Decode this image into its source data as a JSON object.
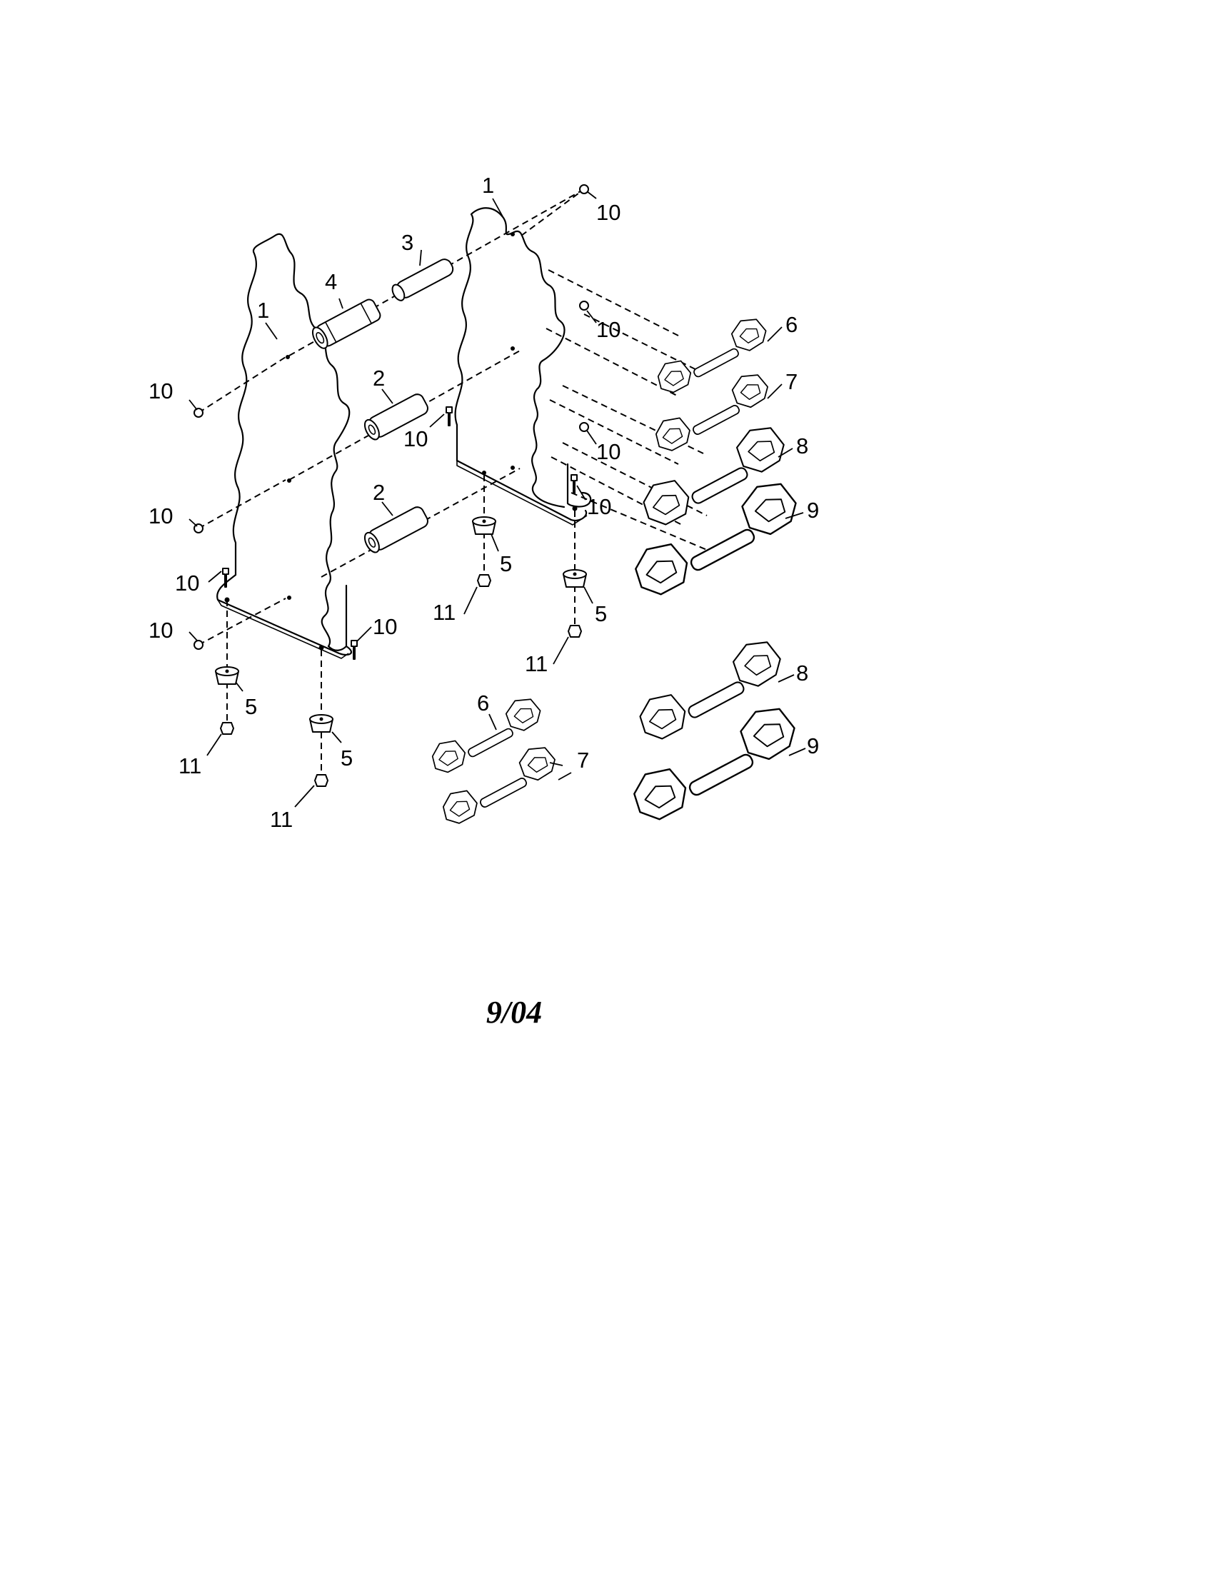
{
  "callouts": {
    "left_upright": "1",
    "right_upright": "1",
    "tube_upper_front": "2",
    "tube_lower_front": "2",
    "tube_rear": "3",
    "tube_knurled": "4",
    "foot_left_a": "5",
    "foot_left_b": "5",
    "foot_right_a": "5",
    "foot_right_b": "5",
    "dumbbell_rack_6": "6",
    "dumbbell_rack_7": "7",
    "dumbbell_rack_8": "8",
    "dumbbell_rack_9": "9",
    "dumbbell_loose_6": "6",
    "dumbbell_loose_7": "7",
    "dumbbell_loose_8": "8",
    "dumbbell_loose_9": "9",
    "screw_top_right": "10",
    "screw_right_mid_1": "10",
    "screw_right_mid_2": "10",
    "screw_right_center": "10",
    "screw_right_base": "10",
    "screw_left_top": "10",
    "screw_left_mid": "10",
    "screw_left_low": "10",
    "screw_left_base": "10",
    "screw_left_front_base": "10",
    "nut_left_a": "11",
    "nut_left_b": "11",
    "nut_right_a": "11",
    "nut_right_b": "11"
  },
  "date_code": "9/04"
}
